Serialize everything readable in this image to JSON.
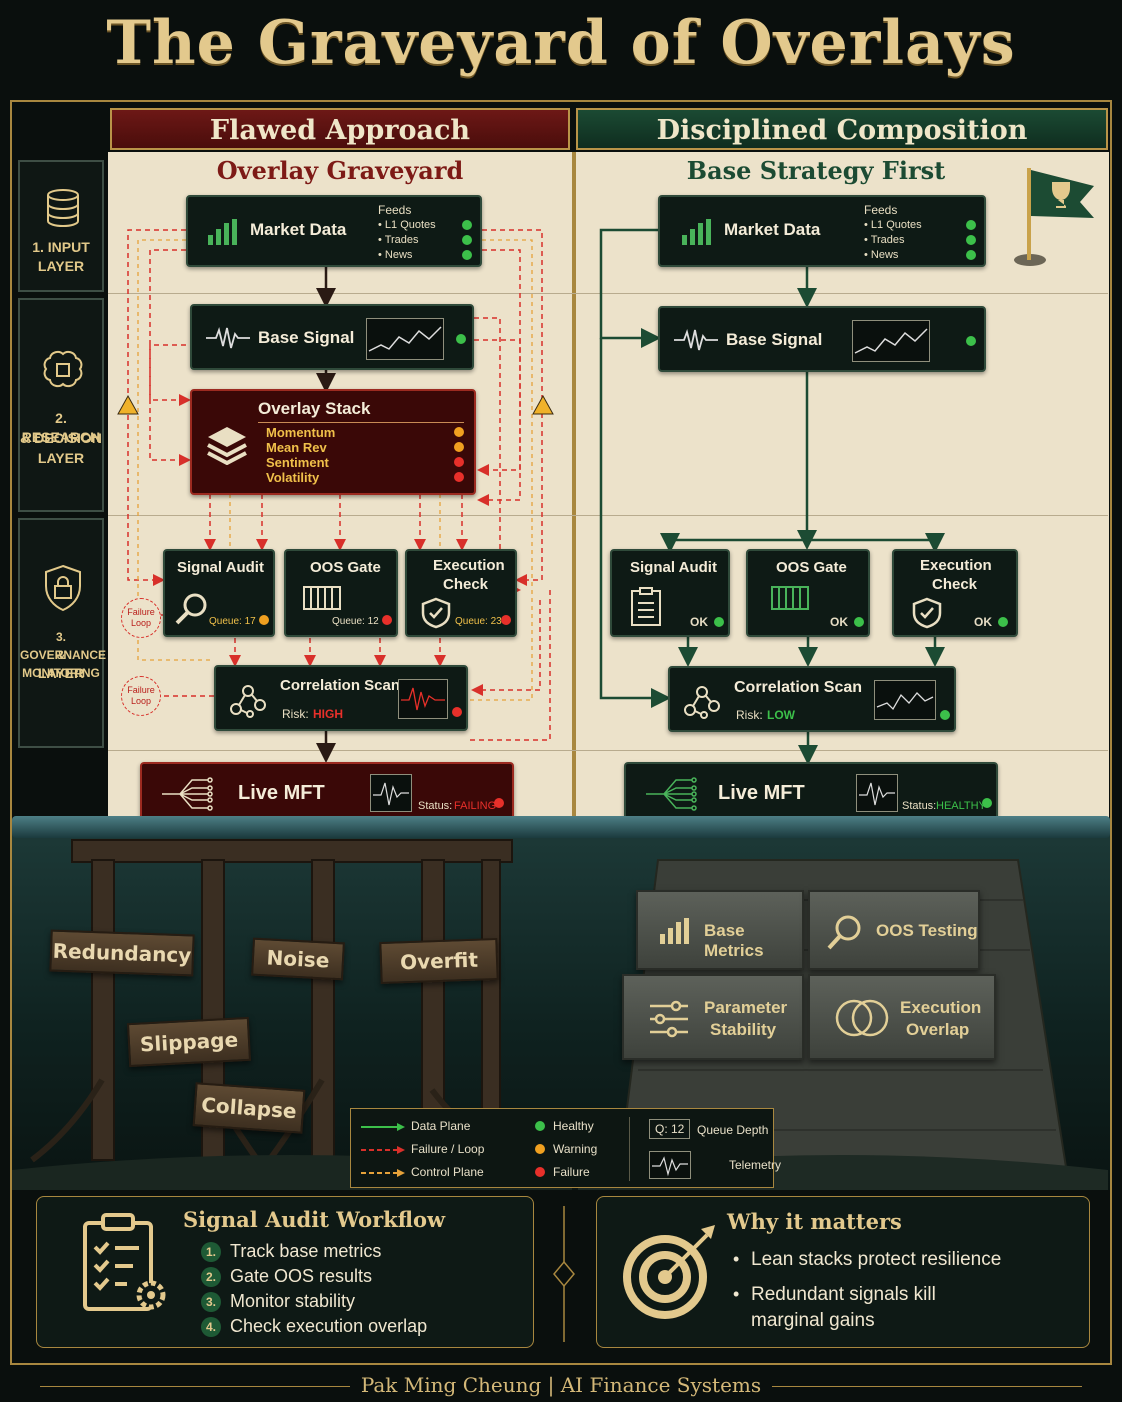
{
  "title": "The Graveyard of Overlays",
  "headers": {
    "left": "Flawed Approach",
    "right": "Disciplined Composition"
  },
  "subheaders": {
    "left": "Overlay Graveyard",
    "right": "Base Strategy First"
  },
  "layers": [
    {
      "lines": [
        "1. INPUT",
        "LAYER"
      ]
    },
    {
      "lines": [
        "2. RESEARCH",
        "& DECISION",
        "LAYER"
      ]
    },
    {
      "lines": [
        "3. GOVERNANCE",
        "& MONITORING",
        "LAYER"
      ]
    }
  ],
  "left": {
    "market": {
      "title": "Market Data",
      "feeds_label": "Feeds",
      "feeds": [
        "• L1 Quotes",
        "• Trades",
        "• News"
      ]
    },
    "base_signal": "Base Signal",
    "overlay": {
      "title": "Overlay Stack",
      "items": [
        "Momentum",
        "Mean Rev",
        "Sentiment",
        "Volatility"
      ]
    },
    "audit": {
      "title": "Signal Audit",
      "queue": "Queue: 17"
    },
    "oos": {
      "title": "OOS Gate",
      "queue": "Queue: 12"
    },
    "exec": {
      "title1": "Execution",
      "title2": "Check",
      "queue": "Queue: 23"
    },
    "failure_loop": [
      "Failure",
      "Loop"
    ],
    "corr": {
      "title": "Correlation Scan",
      "risk_label": "Risk:",
      "risk": "HIGH"
    },
    "live": {
      "title": "Live MFT",
      "status_label": "Status:",
      "status": "FAILING"
    }
  },
  "right": {
    "market": {
      "title": "Market Data",
      "feeds_label": "Feeds",
      "feeds": [
        "• L1 Quotes",
        "• Trades",
        "• News"
      ]
    },
    "base_signal": "Base Signal",
    "audit": {
      "title": "Signal Audit",
      "ok": "OK"
    },
    "oos": {
      "title": "OOS Gate",
      "ok": "OK"
    },
    "exec": {
      "title1": "Execution",
      "title2": "Check",
      "ok": "OK"
    },
    "corr": {
      "title": "Correlation Scan",
      "risk_label": "Risk:",
      "risk": "LOW"
    },
    "live": {
      "title": "Live MFT",
      "status_label": "Status:",
      "status": "HEALTHY"
    }
  },
  "signs": [
    "Redundancy",
    "Noise",
    "Overfit",
    "Slippage",
    "Collapse"
  ],
  "stones": {
    "base": "Base Metrics",
    "oos": "OOS Testing",
    "param": [
      "Parameter",
      "Stability"
    ],
    "execov": [
      "Execution",
      "Overlap"
    ]
  },
  "legend": {
    "data_plane": "Data Plane",
    "failure_loop": "Failure / Loop",
    "control_plane": "Control Plane",
    "healthy": "Healthy",
    "warning": "Warning",
    "failure": "Failure",
    "q_badge": "Q: 12",
    "queue_depth": "Queue Depth",
    "telemetry": "Telemetry"
  },
  "workflow": {
    "title": "Signal Audit Workflow",
    "steps": [
      "Track base metrics",
      "Gate OOS results",
      "Monitor stability",
      "Check execution overlap"
    ],
    "nums": [
      "1.",
      "2.",
      "3.",
      "4."
    ]
  },
  "why": {
    "title": "Why it matters",
    "b1": "Lean stacks protect resilience",
    "b2a": "Redundant signals kill",
    "b2b": "marginal gains",
    "bullet": "•"
  },
  "footer": "Pak Ming Cheung | AI Finance Systems",
  "colors": {
    "gold": "#e3c98d",
    "red": "#d8302a",
    "green": "#3cc04a",
    "orange": "#f0a020",
    "dark_green": "#1c4b33",
    "dark_red": "#7d1a16"
  }
}
